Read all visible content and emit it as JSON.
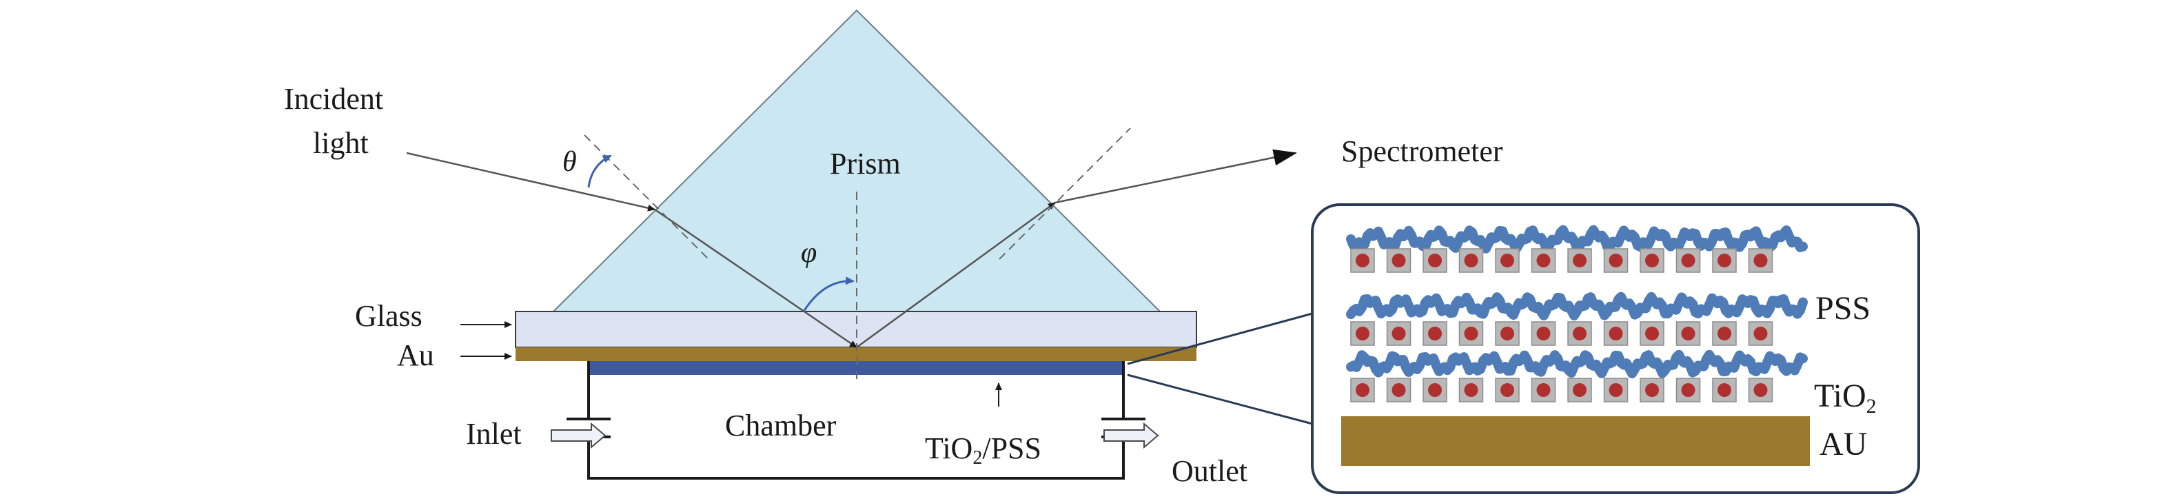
{
  "labels": {
    "incident_light_line1": "Incident",
    "incident_light_line2": "light",
    "theta": "θ",
    "phi": "φ",
    "prism": "Prism",
    "spectrometer": "Spectrometer",
    "glass": "Glass",
    "au": "Au",
    "inlet": "Inlet",
    "chamber": "Chamber",
    "tio2_pss_prefix": "TiO",
    "tio2_pss_sub": "2",
    "tio2_pss_suffix": "/PSS",
    "outlet": "Outlet",
    "pss": "PSS",
    "tio2_prefix": "TiO",
    "tio2_sub": "2",
    "au_layer": "AU"
  },
  "colors": {
    "prism": "#cbe7f1",
    "glass": "#dde3f2",
    "gold": "#9b7a2e",
    "film": "#3f5a9c",
    "pss_chain": "#4f7cb6",
    "tio2_square": "#b8b8b8",
    "tio2_dot": "#b03030",
    "angle_arrow": "#3d63b0"
  }
}
